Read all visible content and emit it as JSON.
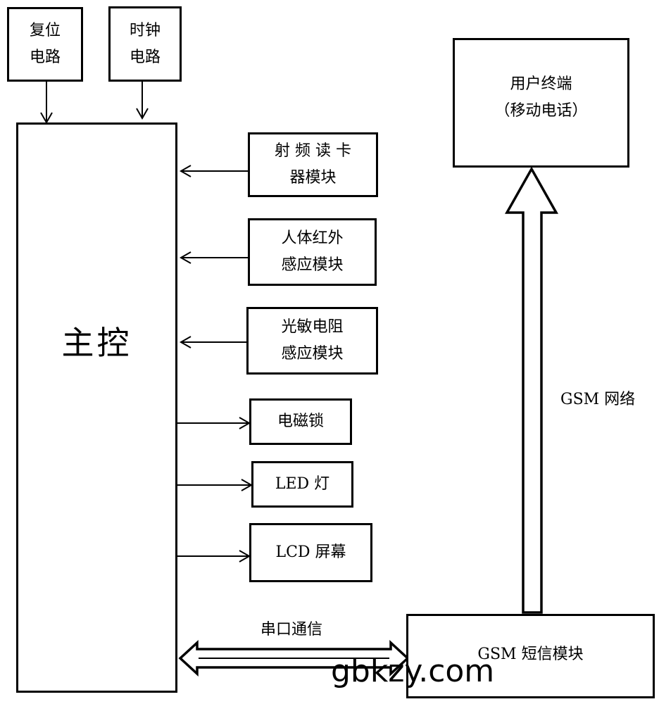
{
  "main_controller": {
    "label": "主控"
  },
  "reset_circuit": {
    "line1": "复位",
    "line2": "电路"
  },
  "clock_circuit": {
    "line1": "时钟",
    "line2": "电路"
  },
  "rf_reader": {
    "line1": "射 频 读 卡",
    "line2": "器模块"
  },
  "pir_sensor": {
    "line1": "人体红外",
    "line2": "感应模块"
  },
  "photoresistor": {
    "line1": "光敏电阻",
    "line2": "感应模块"
  },
  "electromagnetic_lock": {
    "label": "电磁锁"
  },
  "led_light": {
    "label": "LED 灯"
  },
  "lcd_screen": {
    "label": "LCD 屏幕"
  },
  "gsm_module": {
    "label": "GSM 短信模块"
  },
  "user_terminal": {
    "line1": "用户终端",
    "line2": "（移动电话）"
  },
  "serial_label": "串口通信",
  "gsm_network_label": "GSM 网络",
  "watermark": "gbkzy.com"
}
